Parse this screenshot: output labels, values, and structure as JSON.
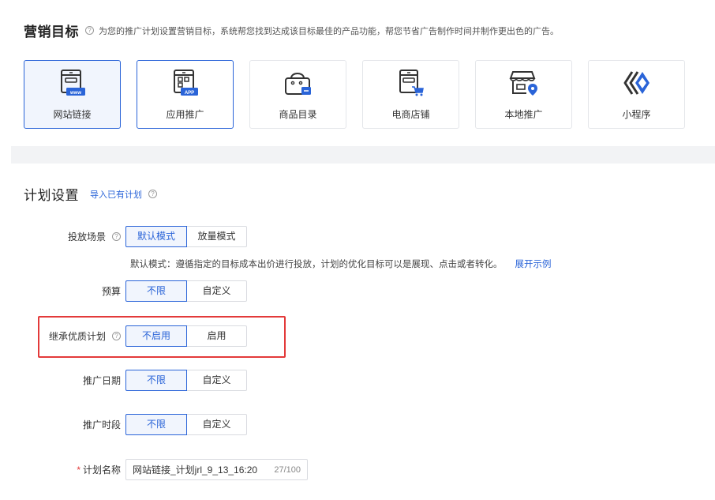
{
  "marketing": {
    "title": "营销目标",
    "help": "?",
    "desc": "为您的推广计划设置营销目标，系统帮您找到达成该目标最佳的产品功能，帮您节省广告制作时间并制作更出色的广告。",
    "cards": [
      {
        "label": "网站链接",
        "icon": "website-icon",
        "badge": "www"
      },
      {
        "label": "应用推广",
        "icon": "app-icon",
        "badge": "APP"
      },
      {
        "label": "商品目录",
        "icon": "catalog-icon"
      },
      {
        "label": "电商店铺",
        "icon": "ecommerce-store-icon"
      },
      {
        "label": "本地推广",
        "icon": "local-store-icon"
      },
      {
        "label": "小程序",
        "icon": "mini-program-icon"
      }
    ]
  },
  "plan": {
    "title": "计划设置",
    "import_link": "导入已有计划",
    "help": "?",
    "scene": {
      "label": "投放场景",
      "options": [
        "默认模式",
        "放量模式"
      ],
      "selected": 0
    },
    "hint": {
      "text": "默认模式：遵循指定的目标成本出价进行投放，计划的优化目标可以是展现、点击或者转化。",
      "link": "展开示例"
    },
    "budget": {
      "label": "预算",
      "options": [
        "不限",
        "自定义"
      ],
      "selected": 0
    },
    "inherit": {
      "label": "继承优质计划",
      "options": [
        "不启用",
        "启用"
      ],
      "selected": 0
    },
    "date": {
      "label": "推广日期",
      "options": [
        "不限",
        "自定义"
      ],
      "selected": 0
    },
    "period": {
      "label": "推广时段",
      "options": [
        "不限",
        "自定义"
      ],
      "selected": 0
    },
    "name": {
      "required_mark": "*",
      "label": "计划名称",
      "value": "网站链接_计划jrl_9_13_16:20",
      "count": "27/100"
    }
  },
  "colors": {
    "accent": "#2a64d8",
    "highlight_box": "#e33a3a"
  }
}
